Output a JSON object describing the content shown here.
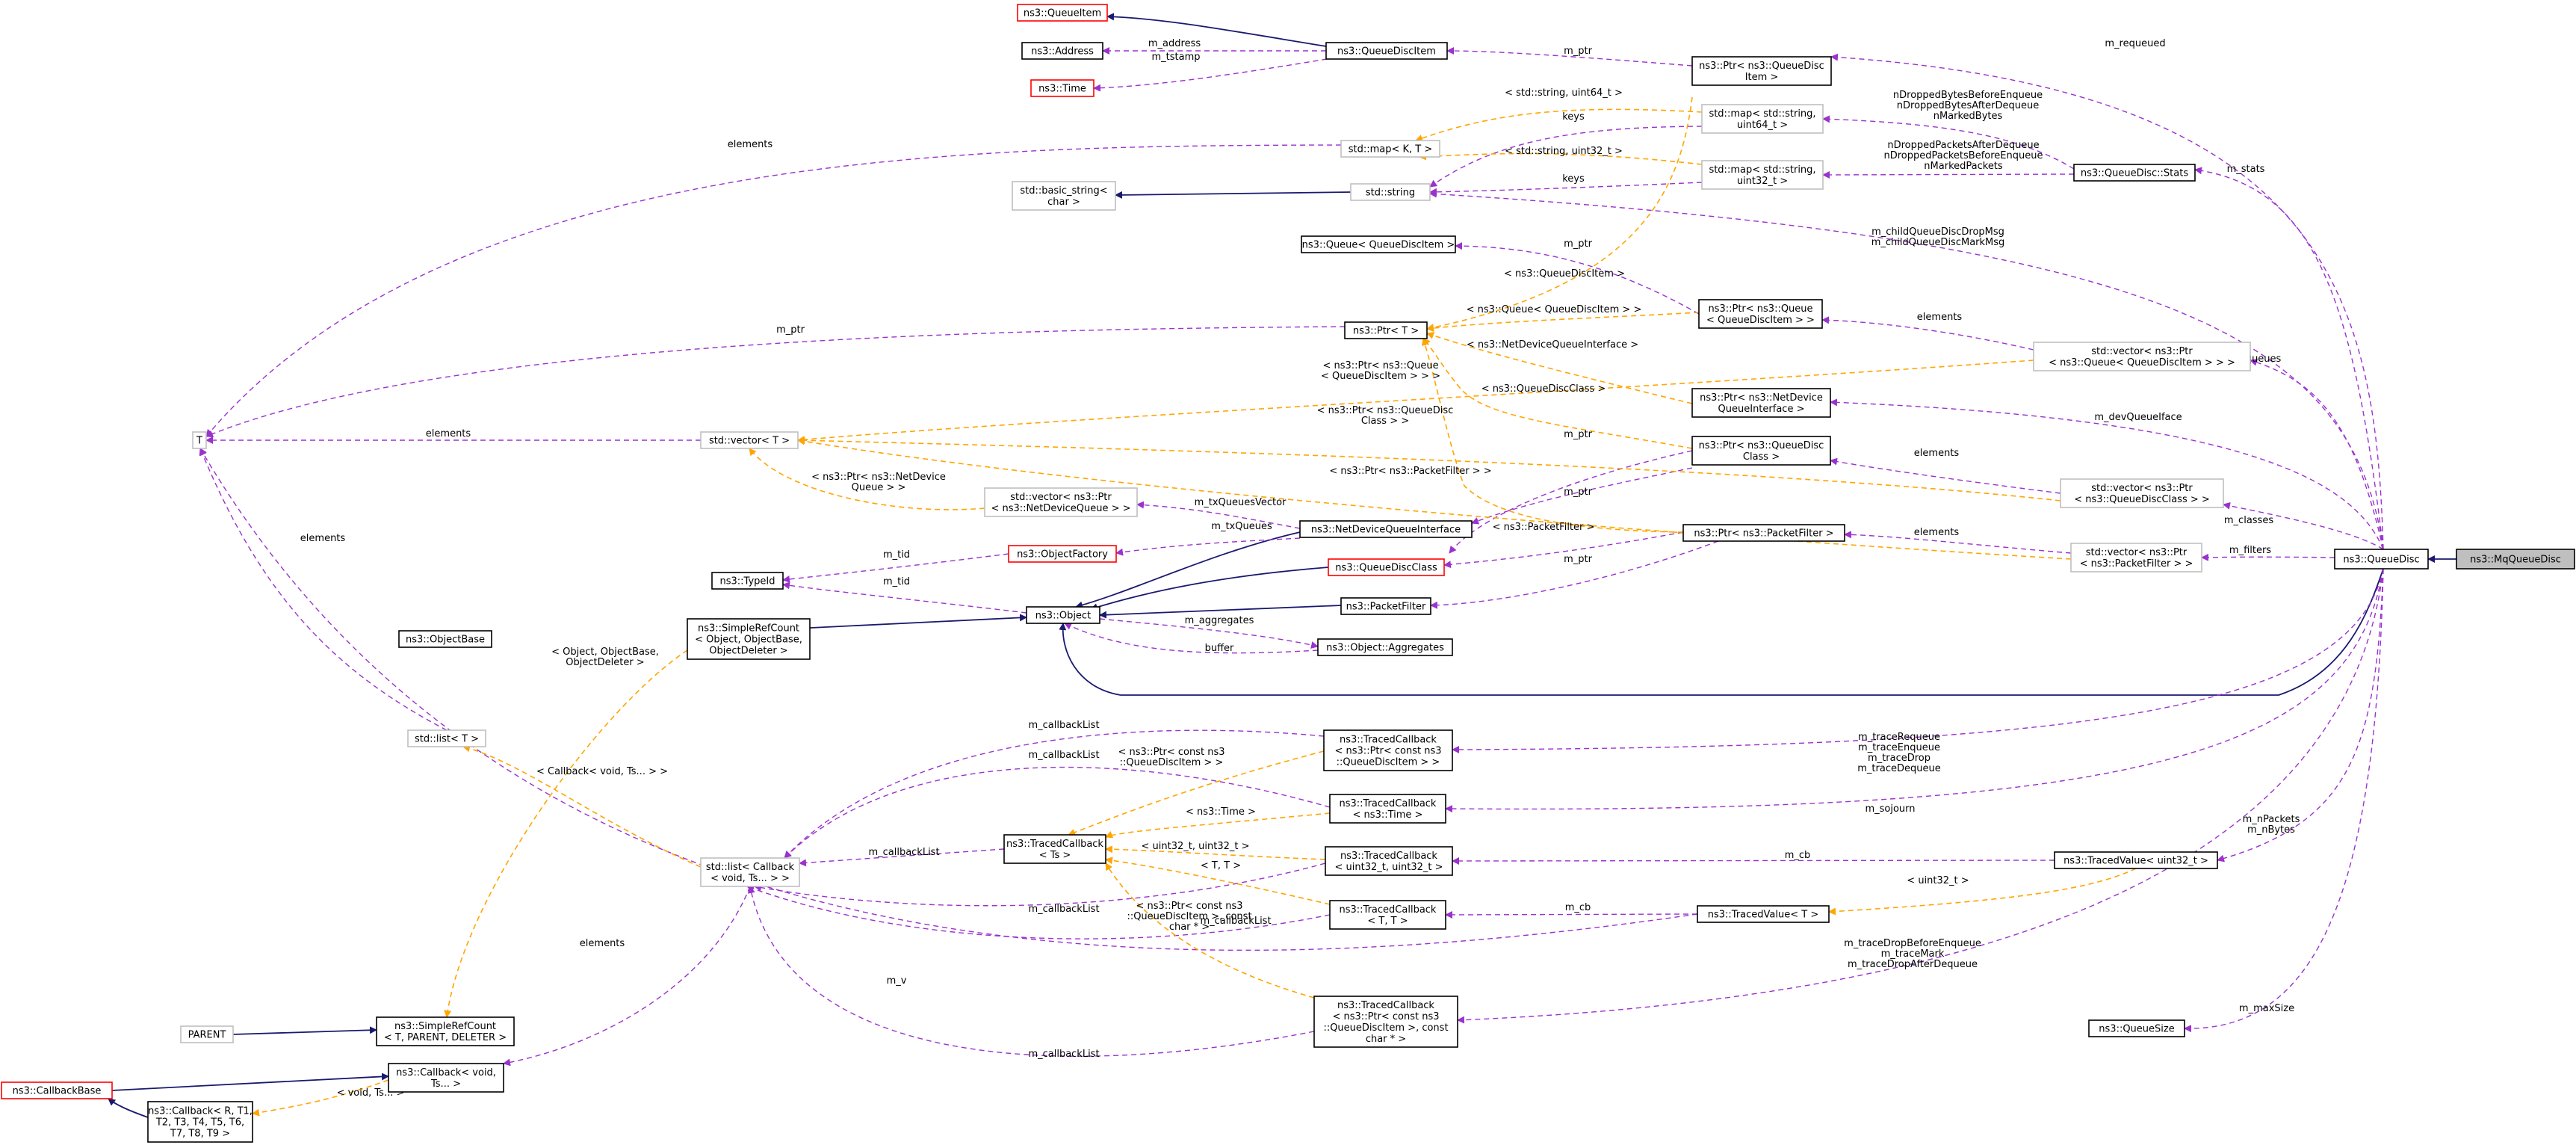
{
  "colors": {
    "inheritance": "#191970",
    "usage": "#9a32cd",
    "template": "#ffa500",
    "highlight_fill": "#bfbfbf",
    "undocumented_border": "#ff0000",
    "external_border": "#bfbfbf"
  },
  "nodes": [
    {
      "id": "mqqd",
      "style": "highlight",
      "lines": [
        "ns3::MqQueueDisc"
      ]
    },
    {
      "id": "qd",
      "style": "normal",
      "lines": [
        "ns3::QueueDisc"
      ]
    },
    {
      "id": "qitem",
      "style": "red",
      "lines": [
        "ns3::QueueItem"
      ]
    },
    {
      "id": "addr",
      "style": "normal",
      "lines": [
        "ns3::Address"
      ]
    },
    {
      "id": "time",
      "style": "red",
      "lines": [
        "ns3::Time"
      ]
    },
    {
      "id": "qditem",
      "style": "normal",
      "lines": [
        "ns3::QueueDiscItem"
      ]
    },
    {
      "id": "ptrqditem",
      "style": "normal",
      "lines": [
        "ns3::Ptr< ns3::QueueDisc",
        "Item >"
      ]
    },
    {
      "id": "mapkt",
      "style": "gray",
      "lines": [
        "std::map< K, T >"
      ]
    },
    {
      "id": "map64",
      "style": "gray",
      "lines": [
        "std::map< std::string,",
        "uint64_t >"
      ]
    },
    {
      "id": "map32",
      "style": "gray",
      "lines": [
        "std::map< std::string,",
        "uint32_t >"
      ]
    },
    {
      "id": "stats",
      "style": "normal",
      "lines": [
        "ns3::QueueDisc::Stats"
      ]
    },
    {
      "id": "bstr",
      "style": "gray",
      "lines": [
        "std::basic_string<",
        "char >"
      ]
    },
    {
      "id": "str",
      "style": "gray",
      "lines": [
        "std::string"
      ]
    },
    {
      "id": "queueqdi",
      "style": "normal",
      "lines": [
        "ns3::Queue< QueueDiscItem >"
      ]
    },
    {
      "id": "ptrT",
      "style": "normal",
      "lines": [
        "ns3::Ptr< T >"
      ]
    },
    {
      "id": "ptrqueue",
      "style": "normal",
      "lines": [
        "ns3::Ptr< ns3::Queue",
        "< QueueDiscItem > >"
      ]
    },
    {
      "id": "vecptrqueue",
      "style": "gray",
      "lines": [
        "std::vector< ns3::Ptr",
        "< ns3::Queue< QueueDiscItem > > >"
      ]
    },
    {
      "id": "T",
      "style": "gray",
      "lines": [
        "T"
      ]
    },
    {
      "id": "vecT",
      "style": "gray",
      "lines": [
        "std::vector< T >"
      ]
    },
    {
      "id": "ptrndqi",
      "style": "normal",
      "lines": [
        "ns3::Ptr< ns3::NetDevice",
        "QueueInterface >"
      ]
    },
    {
      "id": "ptrqdc",
      "style": "normal",
      "lines": [
        "ns3::Ptr< ns3::QueueDisc",
        "Class >"
      ]
    },
    {
      "id": "vecptrqdc",
      "style": "gray",
      "lines": [
        "std::vector< ns3::Ptr",
        "< ns3::QueueDiscClass > >"
      ]
    },
    {
      "id": "vecptrndq",
      "style": "gray",
      "lines": [
        "std::vector< ns3::Ptr",
        "< ns3::NetDeviceQueue > >"
      ]
    },
    {
      "id": "ndqi",
      "style": "normal",
      "lines": [
        "ns3::NetDeviceQueueInterface"
      ]
    },
    {
      "id": "ptrpf",
      "style": "normal",
      "lines": [
        "ns3::Ptr< ns3::PacketFilter >"
      ]
    },
    {
      "id": "vecptrpf",
      "style": "gray",
      "lines": [
        "std::vector< ns3::Ptr",
        "< ns3::PacketFilter > >"
      ]
    },
    {
      "id": "objfac",
      "style": "red",
      "lines": [
        "ns3::ObjectFactory"
      ]
    },
    {
      "id": "qdc",
      "style": "red",
      "lines": [
        "ns3::QueueDiscClass"
      ]
    },
    {
      "id": "typeid",
      "style": "normal",
      "lines": [
        "ns3::TypeId"
      ]
    },
    {
      "id": "object",
      "style": "normal",
      "lines": [
        "ns3::Object"
      ]
    },
    {
      "id": "pf",
      "style": "normal",
      "lines": [
        "ns3::PacketFilter"
      ]
    },
    {
      "id": "objbase",
      "style": "normal",
      "lines": [
        "ns3::ObjectBase"
      ]
    },
    {
      "id": "srcobj",
      "style": "normal",
      "lines": [
        "ns3::SimpleRefCount",
        "< Object, ObjectBase,",
        "ObjectDeleter >"
      ]
    },
    {
      "id": "aggr",
      "style": "normal",
      "lines": [
        "ns3::Object::Aggregates"
      ]
    },
    {
      "id": "listT",
      "style": "gray",
      "lines": [
        "std::list< T >"
      ]
    },
    {
      "id": "tcbqdi",
      "style": "normal",
      "lines": [
        "ns3::TracedCallback",
        "< ns3::Ptr< const ns3",
        "::QueueDiscItem > >"
      ]
    },
    {
      "id": "tcbtime",
      "style": "normal",
      "lines": [
        "ns3::TracedCallback",
        "< ns3::Time >"
      ]
    },
    {
      "id": "listcb",
      "style": "gray",
      "lines": [
        "std::list< Callback",
        "< void, Ts... > >"
      ]
    },
    {
      "id": "tcbts",
      "style": "normal",
      "lines": [
        "ns3::TracedCallback",
        "< Ts >"
      ]
    },
    {
      "id": "tcbu32",
      "style": "normal",
      "lines": [
        "ns3::TracedCallback",
        "< uint32_t, uint32_t >"
      ]
    },
    {
      "id": "tvu32",
      "style": "normal",
      "lines": [
        "ns3::TracedValue< uint32_t >"
      ]
    },
    {
      "id": "tcbTT",
      "style": "normal",
      "lines": [
        "ns3::TracedCallback",
        "< T, T >"
      ]
    },
    {
      "id": "tvT",
      "style": "normal",
      "lines": [
        "ns3::TracedValue< T >"
      ]
    },
    {
      "id": "tcbqdichar",
      "style": "normal",
      "lines": [
        "ns3::TracedCallback",
        "< ns3::Ptr< const ns3",
        "::QueueDiscItem >, const",
        "char * >"
      ]
    },
    {
      "id": "qsize",
      "style": "normal",
      "lines": [
        "ns3::QueueSize"
      ]
    },
    {
      "id": "parent",
      "style": "gray",
      "lines": [
        "PARENT"
      ]
    },
    {
      "id": "srcparent",
      "style": "normal",
      "lines": [
        "ns3::SimpleRefCount",
        "< T, PARENT, DELETER >"
      ]
    },
    {
      "id": "cbbase",
      "style": "red",
      "lines": [
        "ns3::CallbackBase"
      ]
    },
    {
      "id": "cbvoid",
      "style": "normal",
      "lines": [
        "ns3::Callback< void,",
        "Ts... >"
      ]
    },
    {
      "id": "cbR",
      "style": "normal",
      "lines": [
        "ns3::Callback< R, T1,",
        "T2, T3, T4, T5, T6,",
        "T7, T8, T9 >"
      ]
    }
  ],
  "edge_labels": [
    "m_address",
    "m_tstamp",
    "m_ptr",
    "m_requeued",
    "elements",
    "< std::string, uint64_t >",
    "keys",
    "< std::string, uint32_t >",
    "nDroppedBytesBeforeEnqueue",
    "nDroppedBytesAfterDequeue",
    "nMarkedBytes",
    "nDroppedPacketsAfterDequeue",
    "nDroppedPacketsBeforeEnqueue",
    "nMarkedPackets",
    "m_stats",
    "m_childQueueDiscDropMsg",
    "m_childQueueDiscMarkMsg",
    "< ns3::QueueDiscItem >",
    "< ns3::Queue< QueueDiscItem > >",
    "< ns3::NetDeviceQueueInterface >",
    "< ns3::Ptr< ns3::Queue",
    "< QueueDiscItem > > >",
    "< ns3::QueueDiscClass >",
    "m_queues",
    "m_devQueueIface",
    "< ns3::Ptr< ns3::QueueDisc",
    "Class > >",
    "< ns3::Ptr< ns3::NetDevice",
    "Queue > >",
    "< ns3::Ptr< ns3::PacketFilter > >",
    "m_txQueuesVector",
    "m_txQueues",
    "< ns3::PacketFilter >",
    "m_classes",
    "m_filters",
    "m_tid",
    "m_aggregates",
    "buffer",
    "< Object, ObjectBase,",
    "ObjectDeleter >",
    "m_callbackList",
    "< ns3::Ptr< const ns3",
    "::QueueDiscItem > >",
    "m_traceRequeue",
    "m_traceEnqueue",
    "m_traceDrop",
    "m_traceDequeue",
    "< ns3::Time >",
    "m_sojourn",
    "< Callback< void, Ts... > >",
    "< uint32_t, uint32_t >",
    "m_cb",
    "m_nPackets",
    "m_nBytes",
    "< T, T >",
    "< uint32_t >",
    "< ns3::Ptr< const ns3",
    "::QueueDiscItem >, const",
    "char * >",
    "m_v",
    "m_traceDropBeforeEnqueue",
    "m_traceMark",
    "m_traceDropAfterDequeue",
    "m_maxSize",
    "< void, Ts... >"
  ]
}
